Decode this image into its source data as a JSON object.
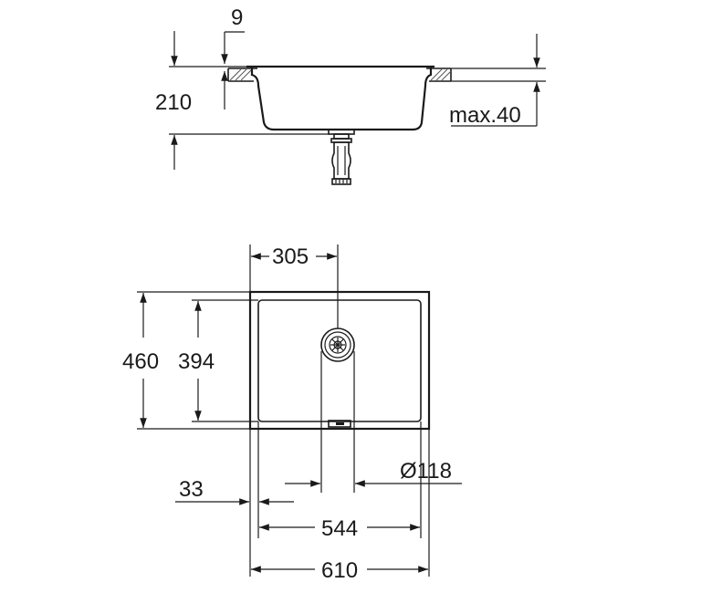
{
  "side_view": {
    "dim_wall": "9",
    "dim_depth": "210",
    "dim_worktop": "max.40"
  },
  "top_view": {
    "dim_drain_offset": "305",
    "dim_outer_depth": "460",
    "dim_inner_depth": "394",
    "dim_rim": "33",
    "dim_drain_diameter": "Ø118",
    "dim_inner_width": "544",
    "dim_outer_width": "610"
  }
}
